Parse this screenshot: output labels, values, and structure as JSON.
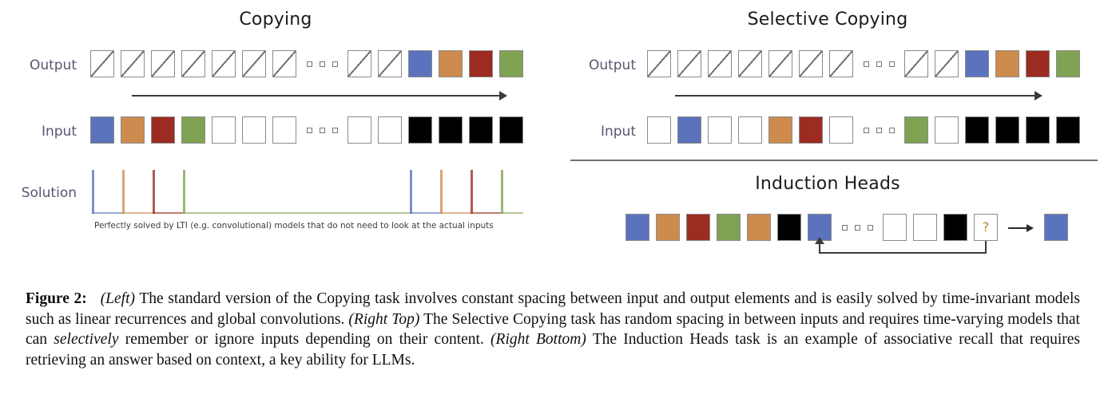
{
  "figure": {
    "caption_label": "Figure 2:",
    "caption_parts": {
      "left_tag": "(Left)",
      "p1": " The standard version of the Copying task involves constant spacing between input and output elements and is easily solved by time-invariant models such as linear recurrences and global convolutions. ",
      "right_top_tag": "(Right Top)",
      "p2": " The Selective Copying task has random spacing in between inputs and requires time-varying models that can ",
      "em_selectively": "selectively",
      "p3": " remember or ignore inputs depending on their content. ",
      "right_bottom_tag": "(Right Bottom)",
      "p4": " The Induction Heads task is an example of associative recall that requires retrieving an answer based on context, a key ability for LLMs."
    }
  },
  "colors": {
    "blue": "#5b72bd",
    "orange": "#ce8b4e",
    "red": "#9c2b22",
    "green": "#7fa253",
    "black": "#000000",
    "white": "#ffffff",
    "label_text": "#5c5470",
    "title_text": "#1b1b1b",
    "rule": "#6f6f6f",
    "arrow": "#3a3a3a",
    "question_mark": "#b5822e"
  },
  "panels": {
    "copying": {
      "title": "Copying",
      "rows": {
        "output": {
          "label": "Output",
          "cells": [
            "diag",
            "diag",
            "diag",
            "diag",
            "diag",
            "diag",
            "diag",
            "ellipsis",
            "diag",
            "diag",
            "blue",
            "orange",
            "red",
            "green"
          ]
        },
        "input": {
          "label": "Input",
          "cells": [
            "blue",
            "orange",
            "red",
            "green",
            "white",
            "white",
            "white",
            "ellipsis",
            "white",
            "white",
            "black",
            "black",
            "black",
            "black"
          ]
        },
        "solution": {
          "label": "Solution",
          "spike_slots": [
            0,
            1,
            2,
            3,
            10,
            11,
            12,
            13
          ],
          "spike_colors": [
            "blue",
            "orange",
            "red",
            "green",
            "blue",
            "orange",
            "red",
            "green"
          ],
          "segment_colors": [
            "blue",
            "orange",
            "red",
            "green",
            "blue",
            "orange",
            "red",
            "green"
          ]
        }
      },
      "time_arrow": "time-arrow-right",
      "note": "Perfectly solved by LTI (e.g. convolutional) models that do not need to look at the actual inputs"
    },
    "selective_copying": {
      "title": "Selective Copying",
      "rows": {
        "output": {
          "label": "Output",
          "cells": [
            "diag",
            "diag",
            "diag",
            "diag",
            "diag",
            "diag",
            "diag",
            "ellipsis",
            "diag",
            "diag",
            "blue",
            "orange",
            "red",
            "green"
          ]
        },
        "input": {
          "label": "Input",
          "cells": [
            "white",
            "blue",
            "white",
            "white",
            "orange",
            "red",
            "white",
            "ellipsis",
            "green",
            "white",
            "black",
            "black",
            "black",
            "black"
          ]
        }
      },
      "time_arrow": "time-arrow-right"
    },
    "induction_heads": {
      "title": "Induction Heads",
      "row": {
        "cells": [
          "blue",
          "orange",
          "red",
          "green",
          "orange",
          "black",
          "blue",
          "ellipsis",
          "white",
          "white",
          "black",
          "question"
        ],
        "question_label": "?",
        "answer": "blue"
      },
      "recall_arrow": "associative-recall-arrow",
      "result_arrow": "arrow-right-glyph"
    }
  }
}
